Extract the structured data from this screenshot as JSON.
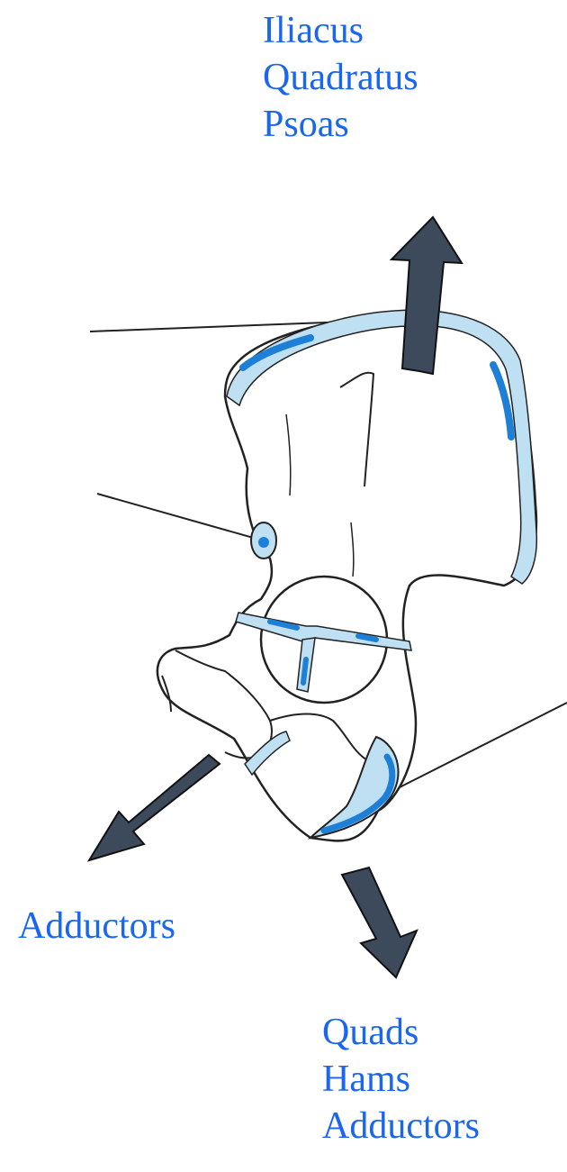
{
  "labels": {
    "top": [
      "Iliacus",
      "Quadratus",
      "Psoas"
    ],
    "left": [
      "Adductors"
    ],
    "bottom": [
      "Quads",
      "Hams",
      "Adductors"
    ]
  },
  "colors": {
    "label": "#1a66ee",
    "arrow_fill": "#3d4a5c",
    "growth_plate": "#bfe0f3",
    "ossification_center": "#1e7fd6",
    "outline": "#222222"
  }
}
